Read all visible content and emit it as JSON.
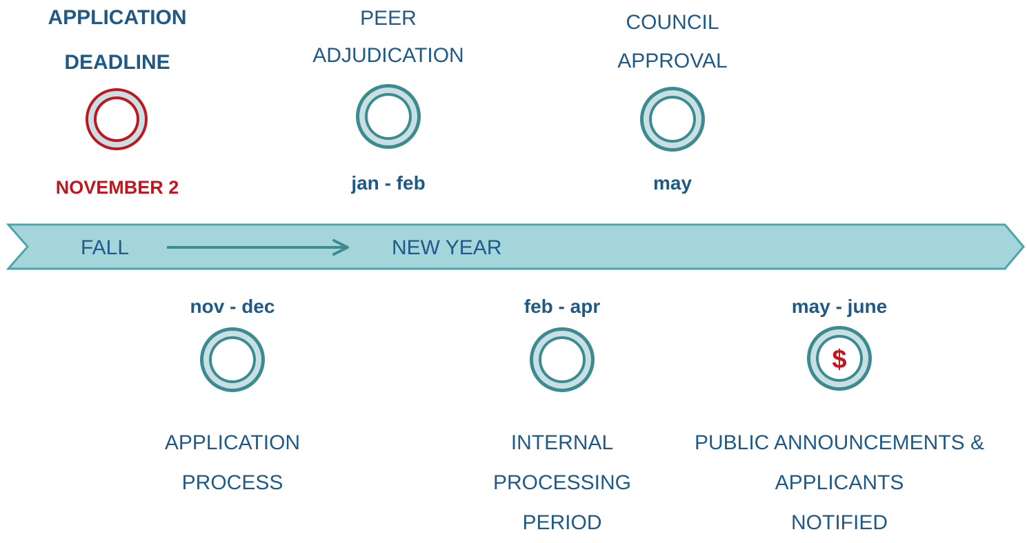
{
  "colors": {
    "text": "#1f5a86",
    "accent_red": "#c0161f",
    "ring_teal": "#3b8b90",
    "ring_fill": "#c8dfe4",
    "band_fill": "#a3d5da",
    "band_stroke": "#4aa6ac"
  },
  "band": {
    "start_label": "FALL",
    "end_label": "NEW YEAR"
  },
  "milestones_top": [
    {
      "title_line1": "APPLICATION",
      "title_line2": "DEADLINE",
      "date": "NOVEMBER 2",
      "icon": "ring-icon-red"
    },
    {
      "title_line1": "PEER",
      "title_line2": "ADJUDICATION",
      "date": "jan - feb",
      "icon": "ring-icon"
    },
    {
      "title_line1": "COUNCIL",
      "title_line2": "APPROVAL",
      "date": "may",
      "icon": "ring-icon"
    }
  ],
  "milestones_bottom": [
    {
      "date": "nov - dec",
      "line1": "APPLICATION",
      "line2": "PROCESS",
      "line3": "",
      "icon": "ring-icon"
    },
    {
      "date": "feb - apr",
      "line1": "INTERNAL",
      "line2": "PROCESSING",
      "line3": "PERIOD",
      "icon": "ring-icon"
    },
    {
      "date": "may - june",
      "line1": "PUBLIC ANNOUNCEMENTS &",
      "line2": "APPLICANTS",
      "line3": "NOTIFIED",
      "icon": "dollar-ring-icon",
      "icon_text": "$"
    }
  ]
}
